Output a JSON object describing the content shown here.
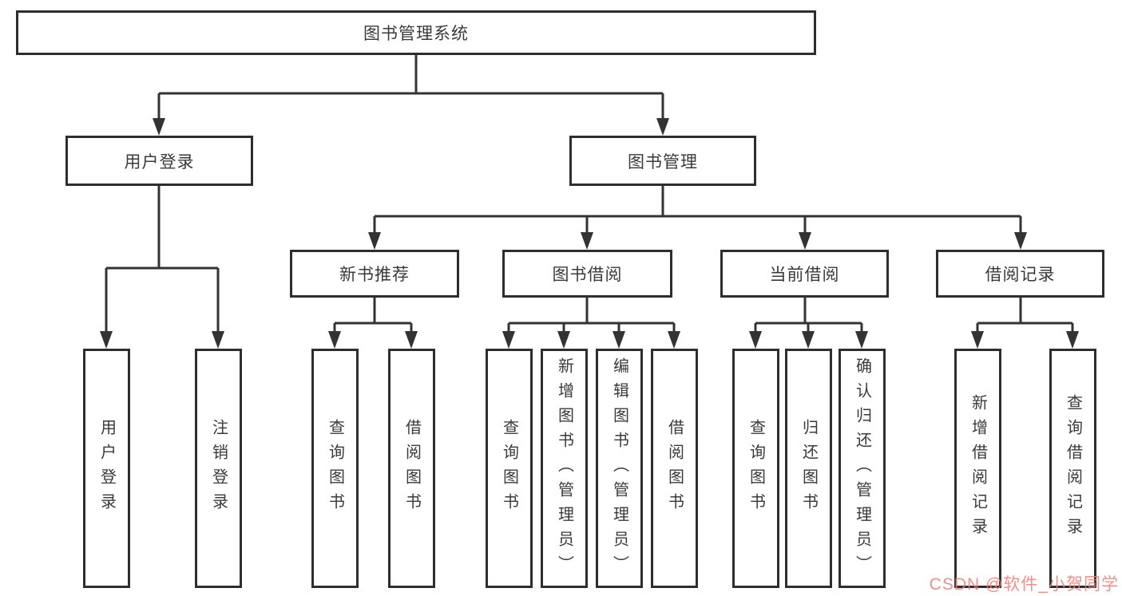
{
  "tree": {
    "root": {
      "label": "图书管理系统"
    },
    "branches": [
      {
        "label": "用户登录",
        "children": [
          {
            "label": "用户登录"
          },
          {
            "label": "注销登录"
          }
        ]
      },
      {
        "label": "图书管理",
        "children": [
          {
            "label": "新书推荐",
            "children": [
              {
                "label": "查询图书"
              },
              {
                "label": "借阅图书"
              }
            ]
          },
          {
            "label": "图书借阅",
            "children": [
              {
                "label": "查询图书"
              },
              {
                "label": "新增图书（管理员）"
              },
              {
                "label": "编辑图书（管理员）"
              },
              {
                "label": "借阅图书"
              }
            ]
          },
          {
            "label": "当前借阅",
            "children": [
              {
                "label": "查询图书"
              },
              {
                "label": "归还图书"
              },
              {
                "label": "确认归还（管理员）"
              }
            ]
          },
          {
            "label": "借阅记录",
            "children": [
              {
                "label": "新增借阅记录"
              },
              {
                "label": "查询借阅记录"
              }
            ]
          }
        ]
      }
    ]
  },
  "watermark": {
    "text": "CSDN @软件_小贺同学"
  },
  "colors": {
    "line": "#333333",
    "border": "#2e2e2e",
    "text": "#3a3a3a",
    "watermark": "#f27a76"
  }
}
